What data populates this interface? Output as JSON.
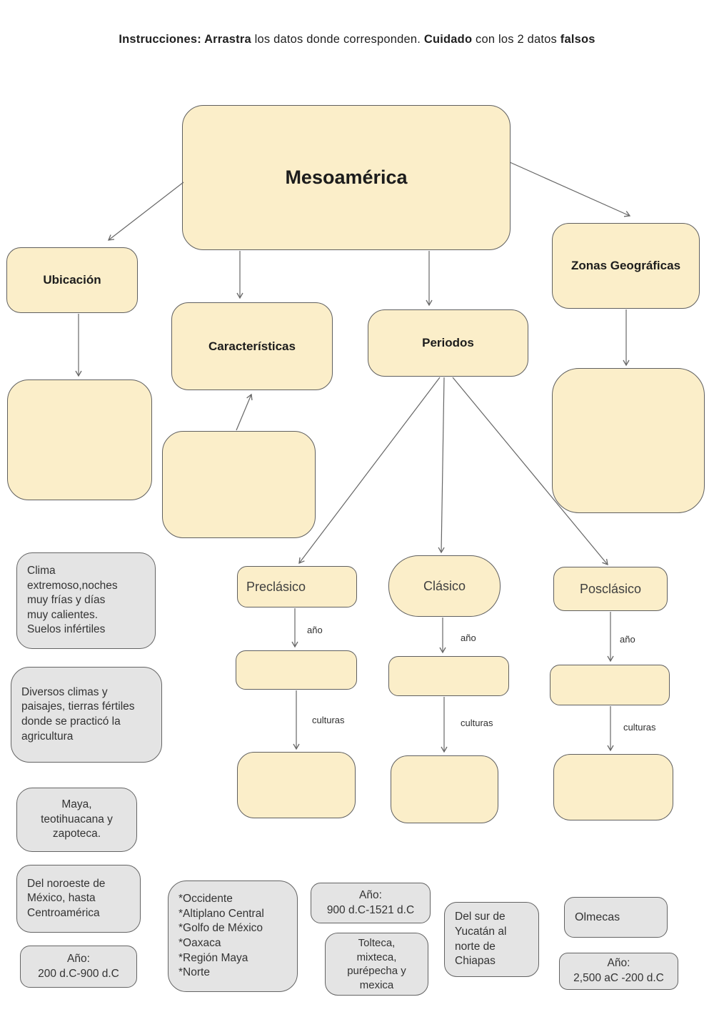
{
  "palette": {
    "node_fill": "#fbeec9",
    "node_border": "#5f5f5f",
    "card_fill": "#e4e4e4",
    "card_border": "#636363",
    "arrow_color": "#666666"
  },
  "instructions": {
    "segments": [
      {
        "text": "Instrucciones: ",
        "bold": true
      },
      {
        "text": "Arrastra",
        "bold": true
      },
      {
        "text": " los datos donde corresponden. ",
        "bold": false
      },
      {
        "text": "Cuidado",
        "bold": true
      },
      {
        "text": " con los  2 datos ",
        "bold": false
      },
      {
        "text": "falsos",
        "bold": true
      }
    ]
  },
  "map": {
    "topic": "Mesoamérica",
    "categories": {
      "ubicacion": "Ubicación",
      "caracteristicas": "Características",
      "periodos": "Periodos",
      "zonas_geograficas": "Zonas Geográficas"
    },
    "periods": {
      "preclasico": "Preclásico",
      "clasico": "Clásico",
      "posclasico": "Posclásico"
    },
    "edge_labels": {
      "ano": "año",
      "culturas": "culturas"
    }
  },
  "draggable_cards": {
    "clima": "Clima\nextremoso,noches\nmuy frías y días\nmuy calientes.\nSuelos infértiles",
    "diversos_climas": "Diversos climas y\npaisajes, tierras fértiles\ndonde se practicó la\nagricultura",
    "maya_teotihuacana": "Maya,\nteotihuacana y\nzapoteca.",
    "del_noroeste": "Del noroeste de\nMéxico, hasta\nCentroamérica",
    "ano_200_900": "Año:\n200 d.C-900 d.C",
    "zonas_lista": "*Occidente\n*Altiplano Central\n*Golfo de México\n*Oaxaca\n*Región Maya\n*Norte",
    "ano_900_1521": "Año:\n900 d.C-1521 d.C",
    "tolteca_mixteca": "Tolteca,\nmixteca,\npurépecha y\nmexica",
    "del_sur_yucatan": "Del sur de\nYucatán al\nnorte de\nChiapas",
    "olmecas": "Olmecas",
    "ano_2500_200": "Año:\n2,500 aC -200 d.C"
  }
}
